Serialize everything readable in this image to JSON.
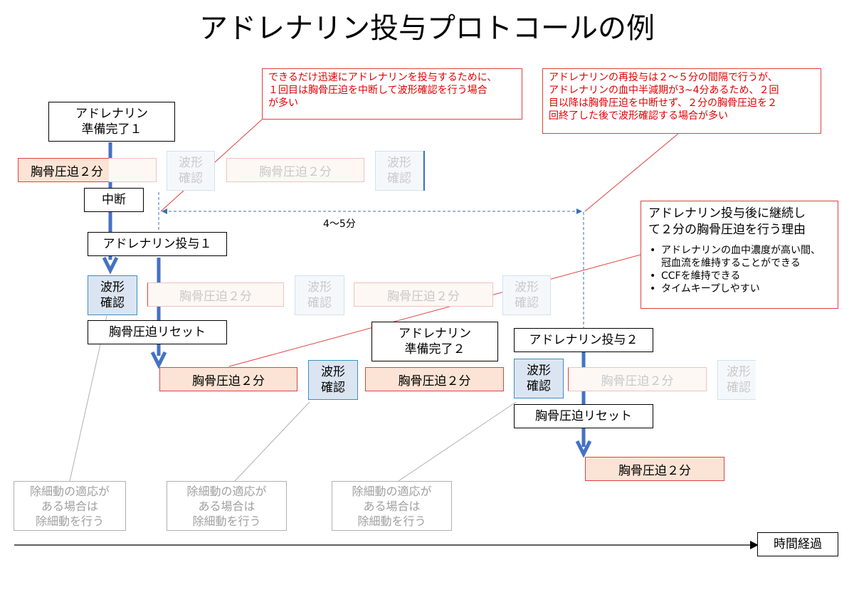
{
  "title": "アドレナリン投与プロトコールの例",
  "steps": {
    "prep1": "アドレナリン\n準備完了１",
    "interrupt": "中断",
    "admin1": "アドレナリン投与１",
    "reset1": "胸骨圧迫リセット",
    "prep2": "アドレナリン\n準備完了２",
    "admin2": "アドレナリン投与２",
    "reset2": "胸骨圧迫リセット"
  },
  "compression_label": "胸骨圧迫２分",
  "wave_check_label": "波形\n確認",
  "defib_label": "除細動の適応が\nある場合は\n除細動を行う",
  "interval_label": "4～5分",
  "time_axis_label": "時間経過",
  "note_first": "できるだけ迅速にアドレナリンを投与するために、\n１回目は胸骨圧迫を中断して波形確認を行う場合\nが多い",
  "note_repeat": "アドレナリンの再投与は２～５分の間隔で行うが、\nアドレナリンの血中半減期が3~4分あるため、２回\n目以降は胸骨圧迫を中断せず、２分の胸骨圧迫を２\n回終了した後で波形確認する場合が多い",
  "reason": {
    "title": "アドレナリン投与後に継続し\nて２分の胸骨圧迫を行う理由",
    "bullets": [
      "アドレナリンの血中濃度が高い間、\n冠血流を維持することができる",
      "CCFを維持できる",
      "タイムキープしやすい"
    ]
  },
  "colors": {
    "arrow_blue": "#4472c4",
    "callout_red": "#e04040",
    "compression_fill": "#fbe4d5",
    "wave_fill": "#dbe5f1"
  }
}
